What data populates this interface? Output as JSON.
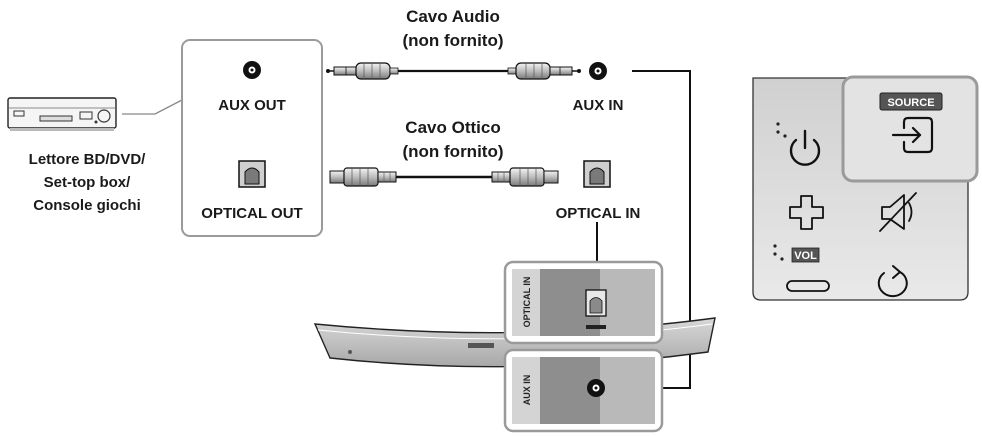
{
  "device": {
    "name_lines": [
      "Lettore BD/DVD/",
      "Set-top box/",
      "Console giochi"
    ]
  },
  "source_panel": {
    "aux_out_label": "AUX OUT",
    "optical_out_label": "OPTICAL OUT"
  },
  "audio_cable": {
    "title": "Cavo Audio",
    "subtitle": "(non fornito)"
  },
  "optical_cable": {
    "title": "Cavo Ottico",
    "subtitle": "(non fornito)"
  },
  "soundbar_inputs": {
    "aux_in_label": "AUX IN",
    "optical_in_label": "OPTICAL IN",
    "optical_port_text": "OPTICAL IN",
    "aux_port_text": "AUX IN"
  },
  "remote": {
    "source_label": "SOURCE",
    "vol_label": "VOL"
  },
  "colors": {
    "panel_border": "#9a9a9a",
    "highlight_fill": "#e3e3e3",
    "line": "#111111"
  }
}
